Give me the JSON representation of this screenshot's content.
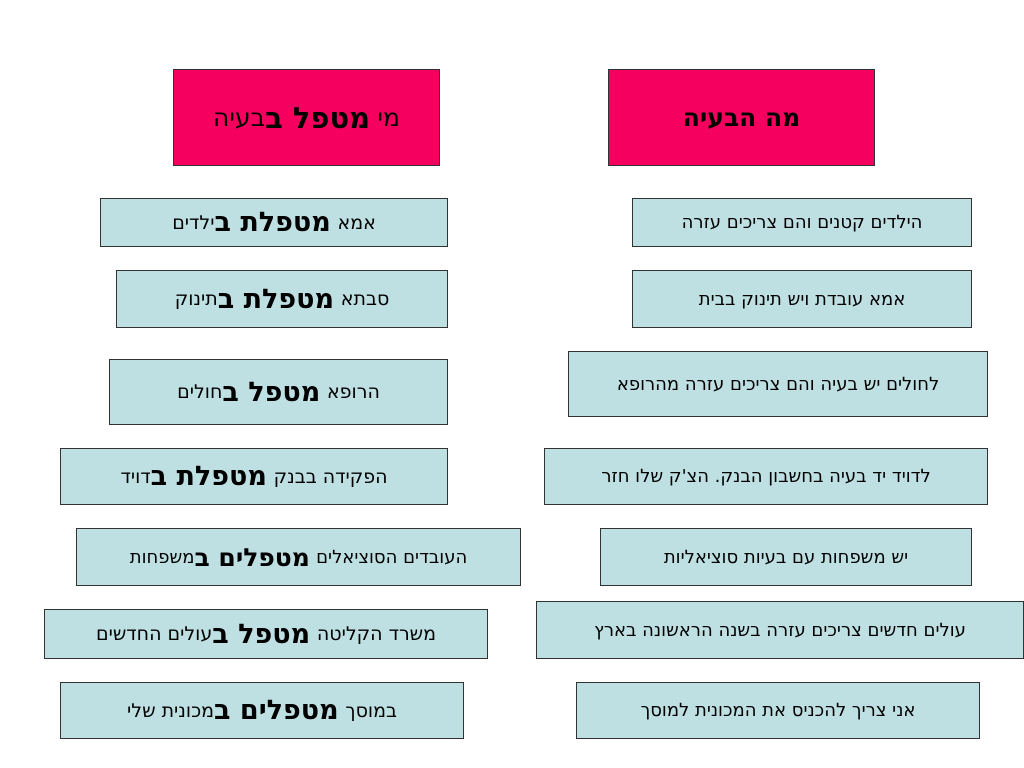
{
  "headers": {
    "who": {
      "prefix": "מי",
      "bold": "מטפל ב",
      "suffix": "בעיה"
    },
    "what": "מה הבעיה"
  },
  "left_rows": [
    {
      "prefix": "אמא",
      "bold": "מטפלת ב",
      "suffix": "ילדים"
    },
    {
      "prefix": "סבתא",
      "bold": "מטפלת ב",
      "suffix": "תינוק"
    },
    {
      "prefix": "הרופא",
      "bold": "מטפל ב",
      "suffix": "חולים"
    },
    {
      "prefix": "הפקידה בבנק",
      "bold": "מטפלת ב",
      "suffix": "דויד"
    },
    {
      "prefix": "העובדים הסוציאלים",
      "bold": "מטפלים ב",
      "suffix": "משפחות"
    },
    {
      "prefix": "משרד הקליטה",
      "bold": "מטפל ב",
      "suffix": "עולים החדשים"
    },
    {
      "prefix": "במוסך",
      "bold": "מטפלים ב",
      "suffix": "מכונית שלי"
    }
  ],
  "right_rows": [
    "הילדים קטנים והם צריכים עזרה",
    "אמא עובדת ויש תינוק בבית",
    "לחולים יש בעיה והם צריכים עזרה מהרופא",
    "לדויד יד בעיה בחשבון הבנק. הצ'ק שלו חזר",
    "יש משפחות עם בעיות סוציאליות",
    "עולים חדשים צריכים עזרה בשנה הראשונה בארץ",
    "אני צריך להכניס את המכונית למוסך"
  ],
  "colors": {
    "header_bg": "#f5005f",
    "cell_bg": "#bfe0e3"
  }
}
